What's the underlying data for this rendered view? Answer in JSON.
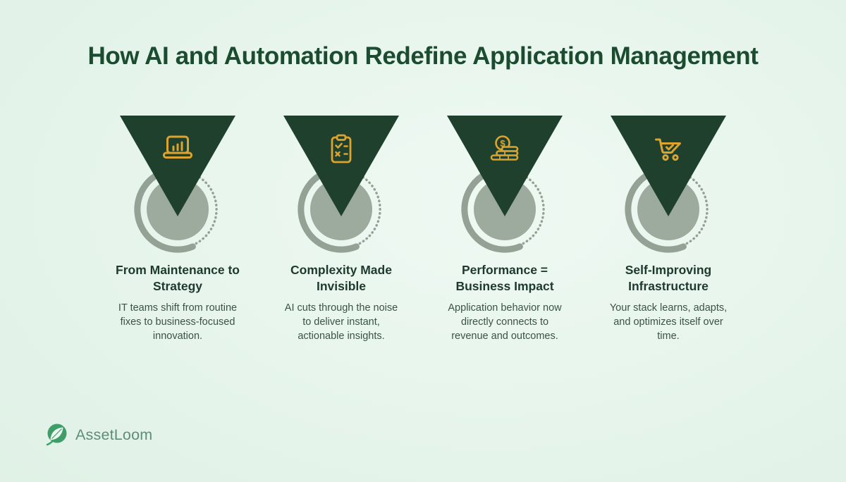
{
  "title": "How AI and Automation Redefine Application Management",
  "columns": [
    {
      "icon": "laptop-chart-icon",
      "heading": "From Maintenance to\nStrategy",
      "body": "IT teams shift from routine\nfixes to business-focused\ninnovation."
    },
    {
      "icon": "clipboard-checklist-icon",
      "heading": "Complexity Made\nInvisible",
      "body": "AI cuts through the noise\nto deliver instant,\nactionable insights."
    },
    {
      "icon": "coins-dollar-icon",
      "heading": "Performance =\nBusiness Impact",
      "body": "Application behavior now\ndirectly connects to\nrevenue and outcomes."
    },
    {
      "icon": "cart-check-icon",
      "heading": "Self-Improving\nInfrastructure",
      "body": "Your stack learns, adapts,\nand optimizes itself over\ntime."
    }
  ],
  "logo": {
    "text": "AssetLoom"
  },
  "colors": {
    "background": "#e2f2e8",
    "triangle": "#1e402c",
    "circle": "#9cab9d",
    "arc": "#93a294",
    "icon_gold": "#dca42f",
    "title": "#1b4c30",
    "heading": "#1e392d",
    "body_text": "#3c5247",
    "logo_green": "#3f9d68",
    "logo_text": "#5e8d76"
  }
}
